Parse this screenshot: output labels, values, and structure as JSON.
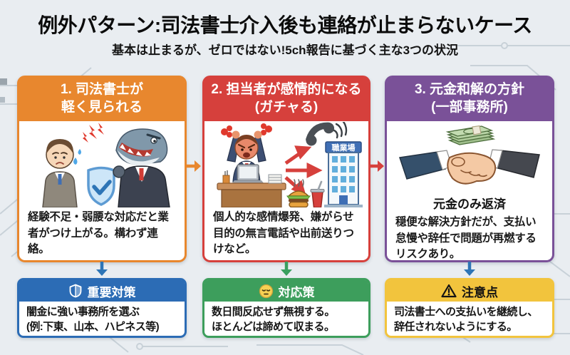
{
  "title": "例外パターン:司法書士介入後も連絡が止まらないケース",
  "subtitle": "基本は止まるが、ゼロではない!5ch報告に基づく主な3つの状況",
  "columns": [
    {
      "title_line1": "1. 司法書士が",
      "title_line2": "軽く見られる",
      "body": "経験不足・弱腰な対応だと業者がつけ上がる。構わず連絡。",
      "accent": "#E8872E"
    },
    {
      "title_line1": "2. 担当者が感情的になる",
      "title_line2": "(ガチャる)",
      "body": "個人的な感情爆発、嫌がらせ目的の無言電話や出前送りつけなど。",
      "building_sign": "職業場",
      "accent": "#D6403C"
    },
    {
      "title_line1": "3. 元金和解の方針",
      "title_line2": "(一部事務所)",
      "caption": "元金のみ返済",
      "body": "穏便な解決方針だが、支払い怠慢や辞任で問題が再燃するリスクあり。",
      "accent": "#7A5198"
    }
  ],
  "bottom_boxes": [
    {
      "label": "重要対策",
      "line1": "闇金に強い事務所を選ぶ",
      "line2": "(例:下東、山本、ハピネス等)",
      "icon": "shield-icon",
      "accent": "#2C6CB5"
    },
    {
      "label": "対応策",
      "line1": "数日間反応せず無視する。",
      "line2": "ほとんどは諦めて収まる。",
      "icon": "expressionless-face-icon",
      "accent": "#3D9E5C"
    },
    {
      "label": "注意点",
      "line1": "司法書士への支払いを継続し、",
      "line2": "辞任されないようにする。",
      "icon": "warning-triangle-icon",
      "accent": "#F2C43D"
    }
  ],
  "colors": {
    "background": "#E9EDF1",
    "arrow_blue": "#2E75B6",
    "arrow_green": "#3AA05F",
    "flow_arrow_1": "#E8872E",
    "flow_arrow_2": "#D6403C"
  }
}
